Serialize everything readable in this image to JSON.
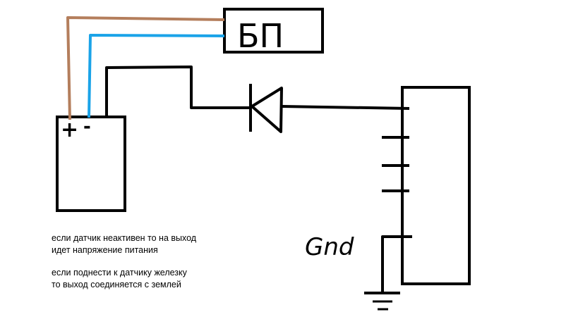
{
  "power_supply": {
    "label": "БП"
  },
  "sensor": {
    "plus_label": "+",
    "minus_label": "-"
  },
  "ground": {
    "label": "Gnd"
  },
  "notes": [
    "если датчик неактивен то на выход",
    "идет напряжение питания",
    "если  поднести к датчику железку",
    "то выход соединяется с землей"
  ],
  "colors": {
    "brown_wire": "#b47e5c",
    "blue_wire": "#1aa3e8",
    "plus_mark": "#ec1c24",
    "line": "#000000"
  }
}
